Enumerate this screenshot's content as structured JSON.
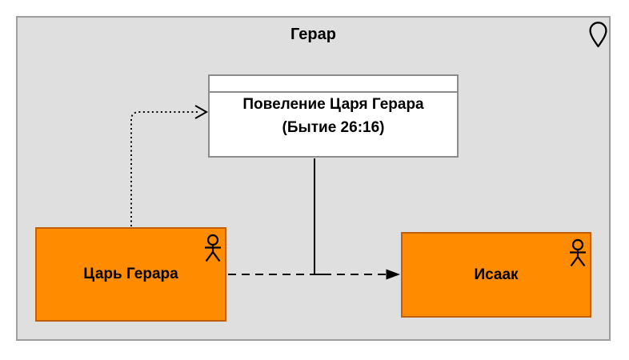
{
  "container": {
    "title": "Герар",
    "type": "location",
    "type_icon": "location-pin-icon",
    "fill": "#dfdfdf",
    "border_color": "#9e9e9e"
  },
  "nodes": {
    "command": {
      "label_line1": "Повеление Царя Герара",
      "label_line2": "(Бытие 26:16)",
      "type": "business-object",
      "fill": "#ffffff",
      "border_color": "#8c8c8c"
    },
    "king": {
      "label": "Царь Герара",
      "type": "business-actor",
      "type_icon": "actor-icon",
      "fill": "#ff8c00",
      "border_color": "#c05f0a"
    },
    "isaac": {
      "label": "Исаак",
      "type": "business-actor",
      "type_icon": "actor-icon",
      "fill": "#ff8c00",
      "border_color": "#c05f0a"
    }
  },
  "edges": {
    "access": {
      "from": "Царь Герара",
      "to": "Повеление Царя Герара",
      "line_style": "dotted",
      "arrowhead": "open",
      "color": "#000000"
    },
    "flow": {
      "from": "Царь Герара",
      "to": "Исаак",
      "line_style": "dashed",
      "arrowhead": "filled-triangle",
      "color": "#000000"
    },
    "association": {
      "from": "Повеление Царя Герара",
      "to": "flow-edge",
      "line_style": "solid",
      "arrowhead": "none",
      "color": "#000000"
    }
  }
}
